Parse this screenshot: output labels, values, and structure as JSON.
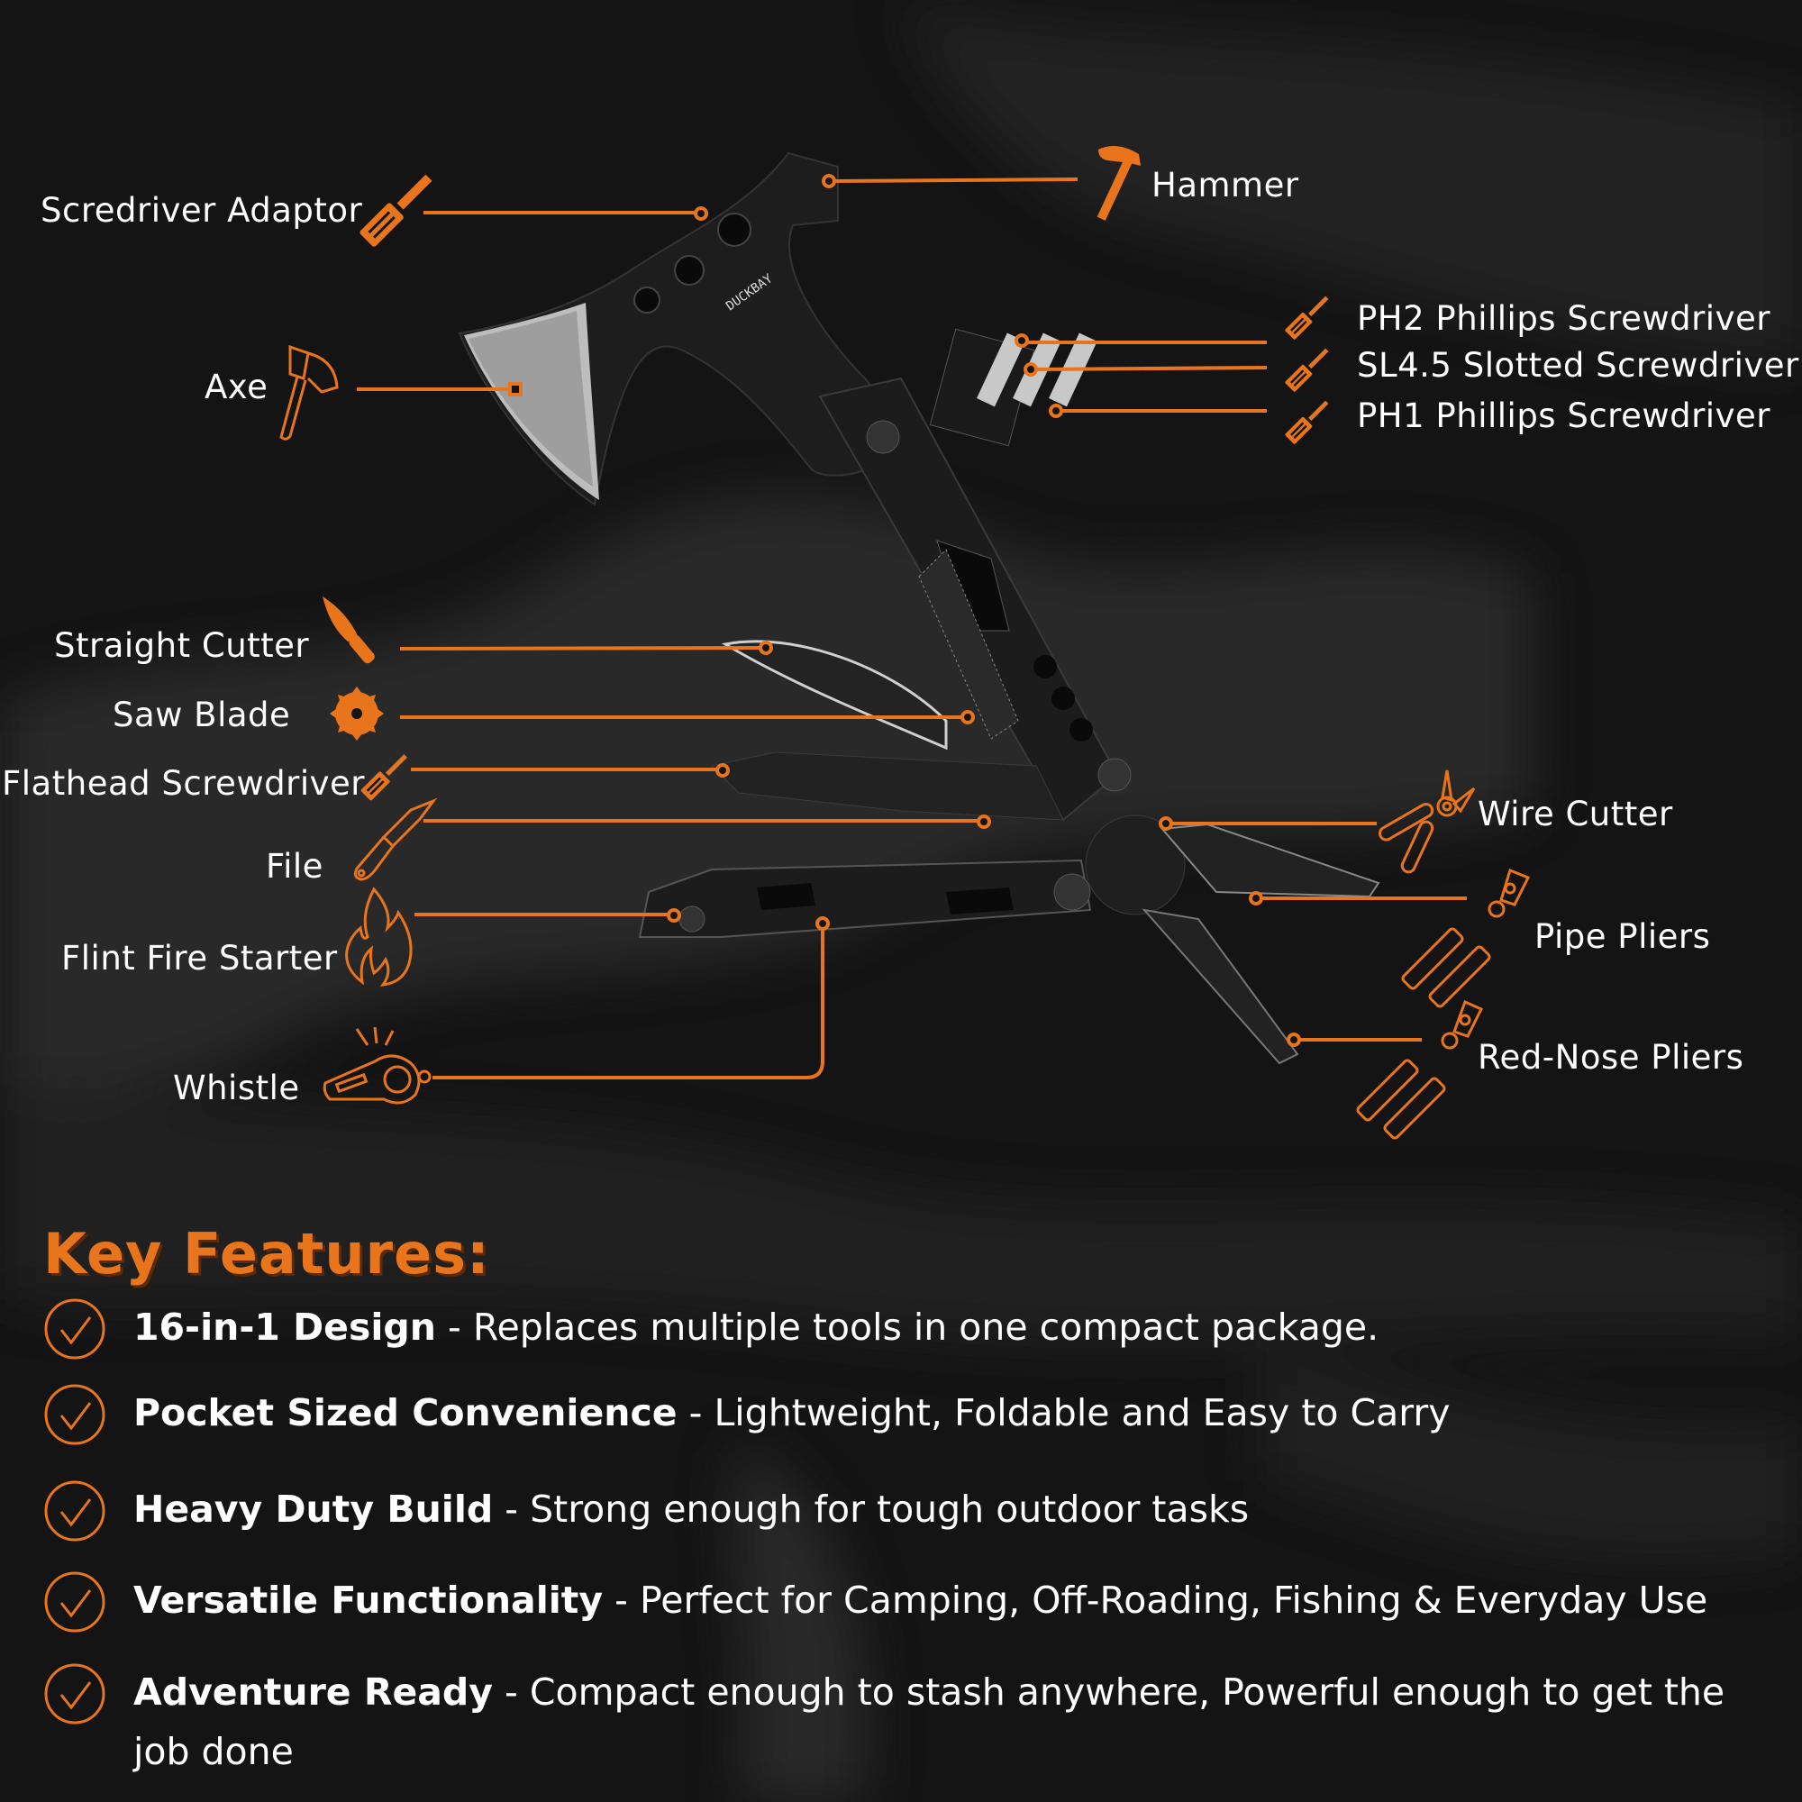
{
  "accent_color": "#e8741b",
  "background_color": "#141414",
  "callouts": {
    "screwdriver_adaptor": "Scredriver Adaptor",
    "axe": "Axe",
    "hammer": "Hammer",
    "ph2": "PH2 Phillips Screwdriver",
    "sl45": "SL4.5 Slotted Screwdriver",
    "ph1": "PH1 Phillips Screwdriver",
    "straight_cutter": "Straight Cutter",
    "saw_blade": "Saw Blade",
    "flathead": "Flathead Screwdriver",
    "file": "File",
    "flint": "Flint Fire Starter",
    "whistle": "Whistle",
    "wire_cutter": "Wire Cutter",
    "pipe_pliers": "Pipe Pliers",
    "red_nose_pliers": "Red-Nose Pliers"
  },
  "brand_mark": "DUCKBAY",
  "key_features": {
    "title": "Key Features:",
    "items": [
      {
        "bold": "16-in-1 Design",
        "text": " - Replaces multiple tools in one compact package."
      },
      {
        "bold": "Pocket Sized Convenience",
        "text": " - Lightweight, Foldable and Easy to Carry"
      },
      {
        "bold": "Heavy Duty Build",
        "text": " - Strong enough for tough outdoor tasks"
      },
      {
        "bold": "Versatile Functionality",
        "text": " - Perfect for Camping, Off-Roading, Fishing & Everyday Use"
      },
      {
        "bold": "Adventure Ready",
        "text": " - Compact enough to stash anywhere, Powerful enough to get the job done"
      }
    ]
  }
}
